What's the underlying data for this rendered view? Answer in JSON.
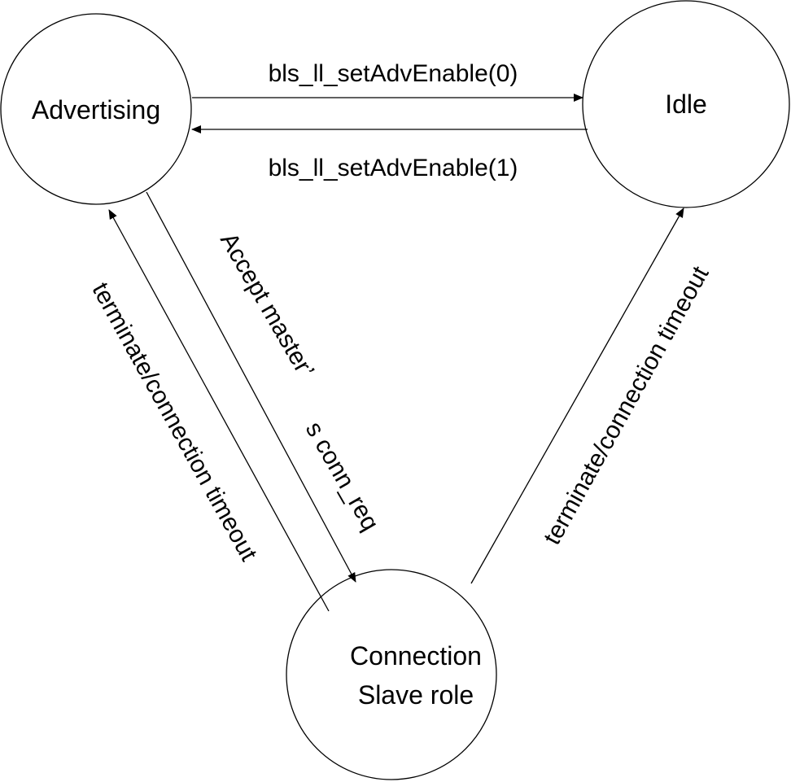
{
  "states": {
    "advertising": "Advertising",
    "idle": "Idle",
    "connection_line1": "Connection",
    "connection_line2": "Slave role"
  },
  "transitions": {
    "adv_to_idle": "bls_ll_setAdvEnable(0)",
    "idle_to_adv": "bls_ll_setAdvEnable(1)",
    "adv_to_conn_part1": "Accept master’",
    "adv_to_conn_part2": "s conn_req",
    "conn_to_adv": "terminate/connection timeout",
    "conn_to_idle": "terminate/connection timeout"
  },
  "colors": {
    "stroke": "#000000",
    "background": "#ffffff"
  }
}
